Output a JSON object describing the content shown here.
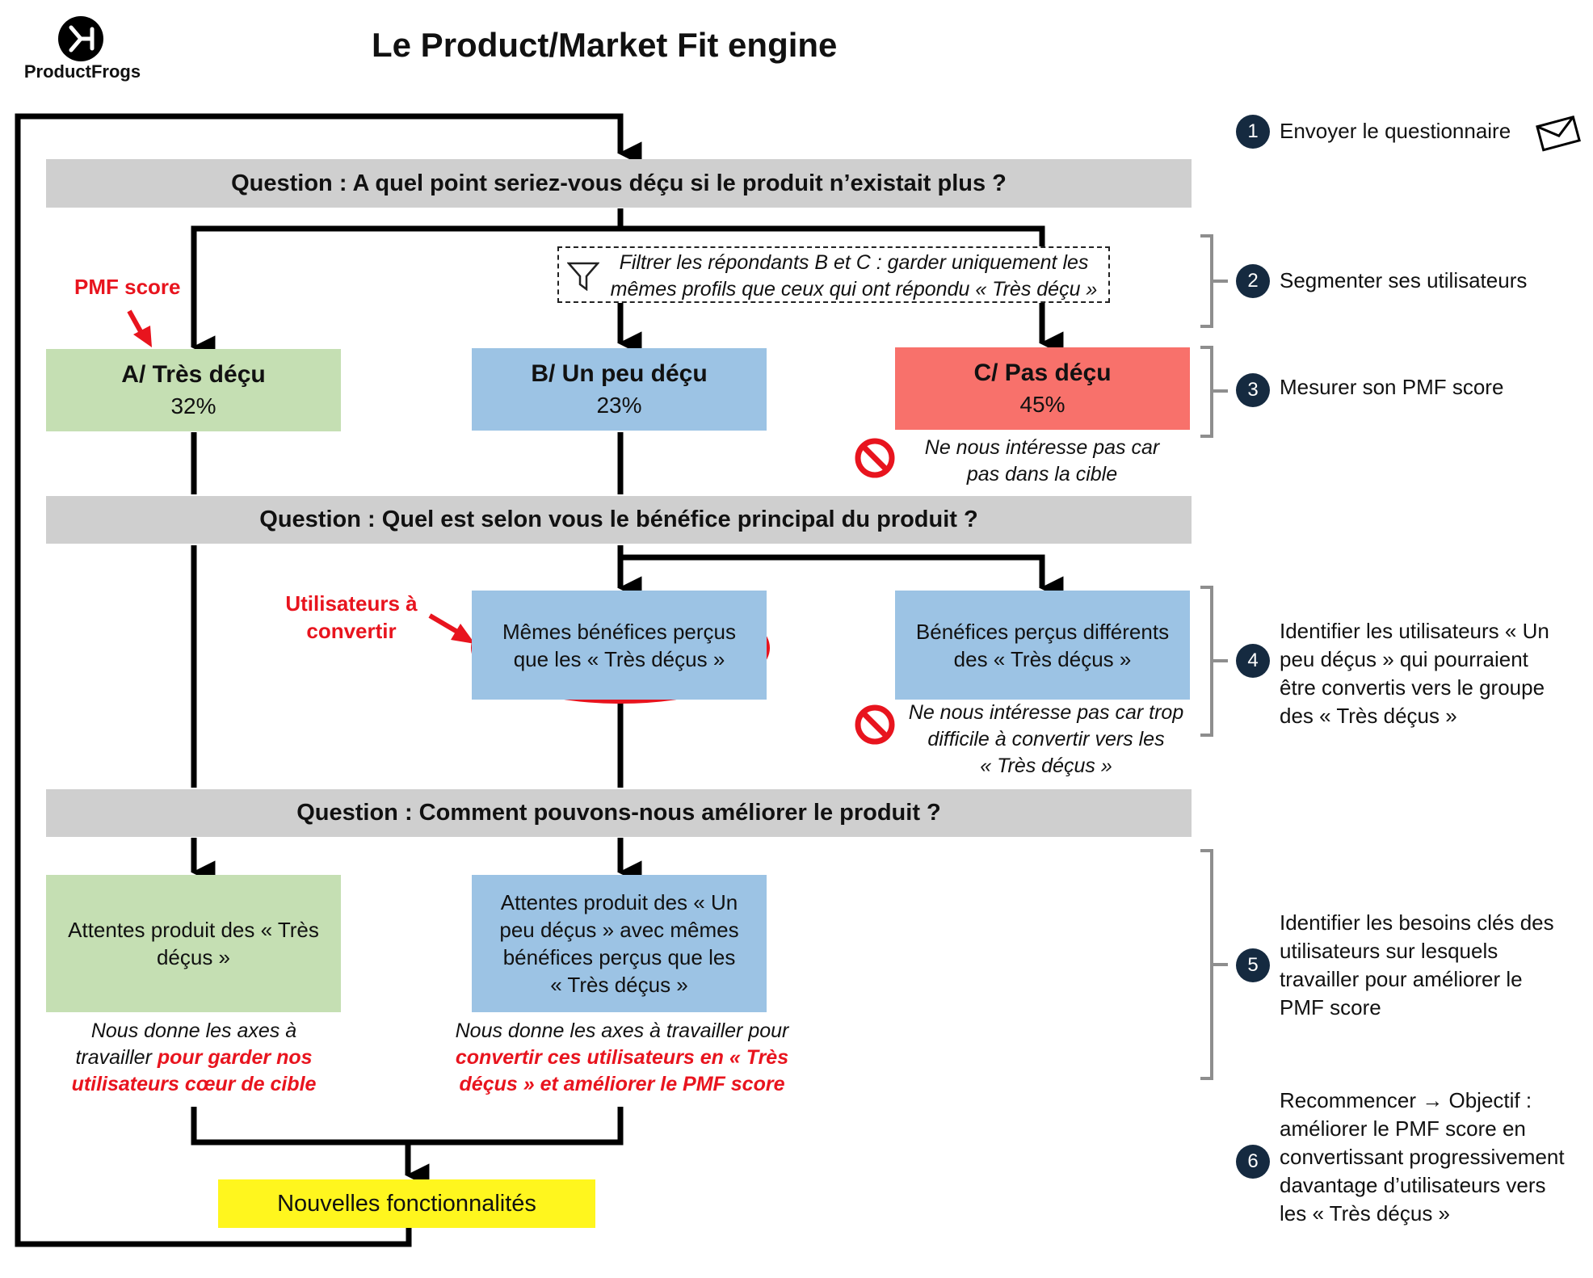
{
  "brand": {
    "name": "ProductFrogs",
    "logo_icon": "frog-logo-icon"
  },
  "title": "Le Product/Market Fit engine",
  "questions": {
    "q1": "Question : A quel point seriez-vous déçu si le produit n’existait plus ?",
    "q2": "Question : Quel est selon vous le bénéfice principal du produit ?",
    "q3": "Question : Comment pouvons-nous améliorer le produit ?"
  },
  "filter_note": {
    "line1": "Filtrer les répondants B et C : garder uniquement les",
    "line2": "mêmes profils que ceux qui ont répondu « Très déçu »"
  },
  "answers": {
    "a": {
      "label": "A/ Très déçu",
      "value": "32%"
    },
    "b": {
      "label": "B/ Un peu déçu",
      "value": "23%"
    },
    "c": {
      "label": "C/ Pas déçu",
      "value": "45%"
    }
  },
  "pmf_label": "PMF score",
  "not_interested_1": {
    "line1": "Ne nous intéresse pas car",
    "line2": "pas dans la cible"
  },
  "users_to_convert": {
    "line1": "Utilisateurs à",
    "line2": "convertir"
  },
  "same_benefits": {
    "line1": "Mêmes bénéfices perçus",
    "line2": "que les « Très déçus »"
  },
  "diff_benefits": {
    "line1": "Bénéfices perçus différents",
    "line2": "des « Très déçus »"
  },
  "not_interested_2": {
    "line1": "Ne nous intéresse pas car trop",
    "line2": "difficile à convertir vers les",
    "line3": "« Très déçus »"
  },
  "expect_a": {
    "line1": "Attentes produit des « Très",
    "line2": "déçus »"
  },
  "expect_b": {
    "line1": "Attentes produit des « Un",
    "line2": "peu déçus » avec mêmes",
    "line3": "bénéfices perçus que les",
    "line4": "« Très déçus »"
  },
  "note_a": {
    "line1": "Nous donne les axes à",
    "line2_plain": "travailler ",
    "line2_red": "pour garder nos",
    "line3_red": "utilisateurs cœur de cible"
  },
  "note_b": {
    "line1": "Nous donne les axes à travailler pour",
    "line2_red": "convertir ces utilisateurs en « Très",
    "line3_red": "déçus » et améliorer le PMF score"
  },
  "new_features": "Nouvelles fonctionnalités",
  "steps": [
    {
      "num": "1",
      "lines": [
        "Envoyer le questionnaire"
      ]
    },
    {
      "num": "2",
      "lines": [
        "Segmenter ses utilisateurs"
      ]
    },
    {
      "num": "3",
      "lines": [
        "Mesurer son PMF score"
      ]
    },
    {
      "num": "4",
      "lines": [
        "Identifier les utilisateurs « Un",
        "peu déçus » qui pourraient",
        "être convertis vers le groupe",
        "des « Très déçus »"
      ]
    },
    {
      "num": "5",
      "lines": [
        "Identifier les besoins clés des",
        "utilisateurs sur lesquels",
        "travailler pour améliorer le",
        "PMF score"
      ]
    },
    {
      "num": "6",
      "lines": [
        "Recommencer → Objectif :",
        "améliorer le PMF score en",
        "convertissant progressivement",
        "davantage d’utilisateurs vers",
        "les « Très déçus »"
      ]
    }
  ],
  "colors": {
    "green": "#c5dfb3",
    "blue": "#9cc3e4",
    "red_box": "#f8716b",
    "yellow": "#fff61e",
    "grey_bar": "#cfcfcf",
    "accent_red": "#e8141e",
    "step_circle": "#152a40"
  }
}
